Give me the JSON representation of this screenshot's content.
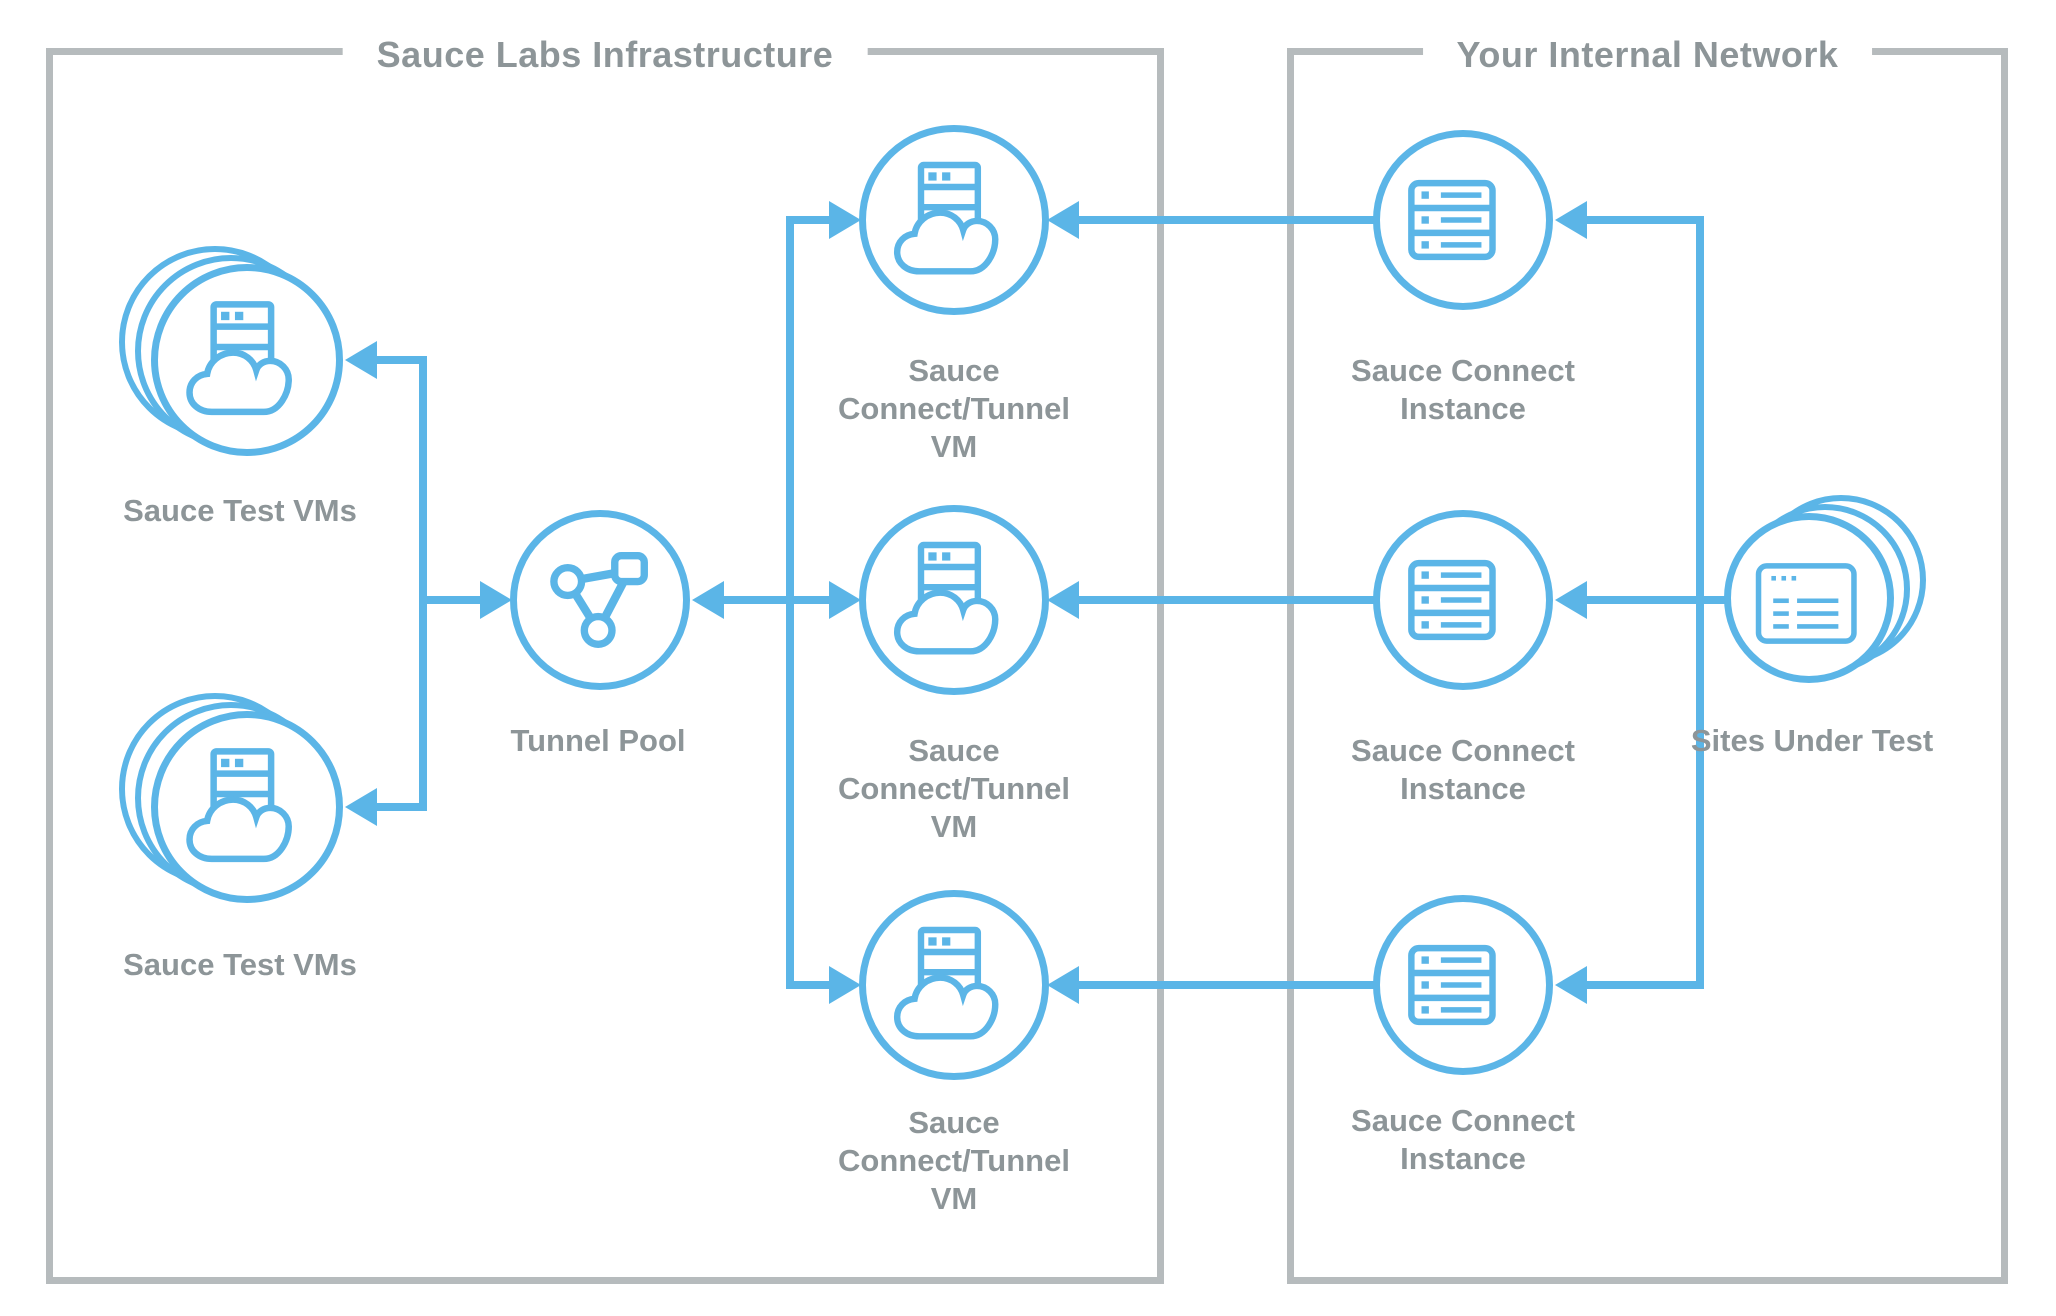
{
  "colors": {
    "accent_blue": "#5bb5e7",
    "label_gray": "#8d9598",
    "box_border_gray": "#b6bbbd",
    "background": "#ffffff"
  },
  "left_box": {
    "title": "Sauce Labs Infrastructure"
  },
  "right_box": {
    "title": "Your Internal Network"
  },
  "nodes": {
    "sauce_test_vms_1": {
      "label": "Sauce Test VMs",
      "icon": "cloud-server-stack-icon"
    },
    "sauce_test_vms_2": {
      "label": "Sauce Test VMs",
      "icon": "cloud-server-stack-icon"
    },
    "tunnel_pool": {
      "label": "Tunnel Pool",
      "icon": "tunnel-pool-network-icon"
    },
    "sauce_connect_tunnel_vm_1": {
      "label": "Sauce\nConnect/Tunnel\nVM",
      "icon": "cloud-server-icon"
    },
    "sauce_connect_tunnel_vm_2": {
      "label": "Sauce\nConnect/Tunnel\nVM",
      "icon": "cloud-server-icon"
    },
    "sauce_connect_tunnel_vm_3": {
      "label": "Sauce\nConnect/Tunnel\nVM",
      "icon": "cloud-server-icon"
    },
    "sauce_connect_instance_1": {
      "label": "Sauce Connect\nInstance",
      "icon": "server-rack-icon"
    },
    "sauce_connect_instance_2": {
      "label": "Sauce Connect\nInstance",
      "icon": "server-rack-icon"
    },
    "sauce_connect_instance_3": {
      "label": "Sauce Connect\nInstance",
      "icon": "server-rack-icon"
    },
    "sites_under_test": {
      "label": "Sites Under Test",
      "icon": "browser-window-stack-icon"
    }
  }
}
